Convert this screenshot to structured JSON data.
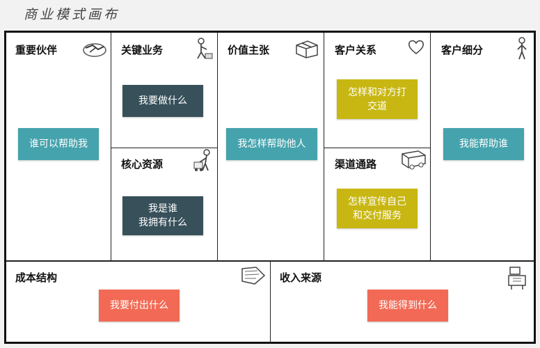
{
  "title": "商业模式画布",
  "colors": {
    "teal": "#45a3ad",
    "dark": "#37505a",
    "yellow": "#c8b712",
    "red": "#f26a55"
  },
  "sections": {
    "key_partners": {
      "label": "重要伙伴",
      "box": "谁可以帮助我",
      "icon": "handshake-icon"
    },
    "key_activities": {
      "label": "关键业务",
      "box": "我要做什么",
      "icon": "worker-icon"
    },
    "key_resources": {
      "label": "核心资源",
      "box": "我是谁\n我拥有什么",
      "icon": "person-cart-icon"
    },
    "value_propositions": {
      "label": "价值主张",
      "box": "我怎样帮助他人",
      "icon": "gift-box-icon"
    },
    "customer_relationships": {
      "label": "客户关系",
      "box": "怎样和对方打\n交道",
      "icon": "heart-icon"
    },
    "channels": {
      "label": "渠道通路",
      "box": "怎样宣传自己\n和交付服务",
      "icon": "truck-icon"
    },
    "customer_segments": {
      "label": "客户细分",
      "box": "我能帮助谁",
      "icon": "person-icon"
    },
    "cost_structure": {
      "label": "成本结构",
      "box": "我要付出什么",
      "icon": "price-tag-icon"
    },
    "revenue_streams": {
      "label": "收入来源",
      "box": "我能得到什么",
      "icon": "cash-register-icon"
    }
  }
}
